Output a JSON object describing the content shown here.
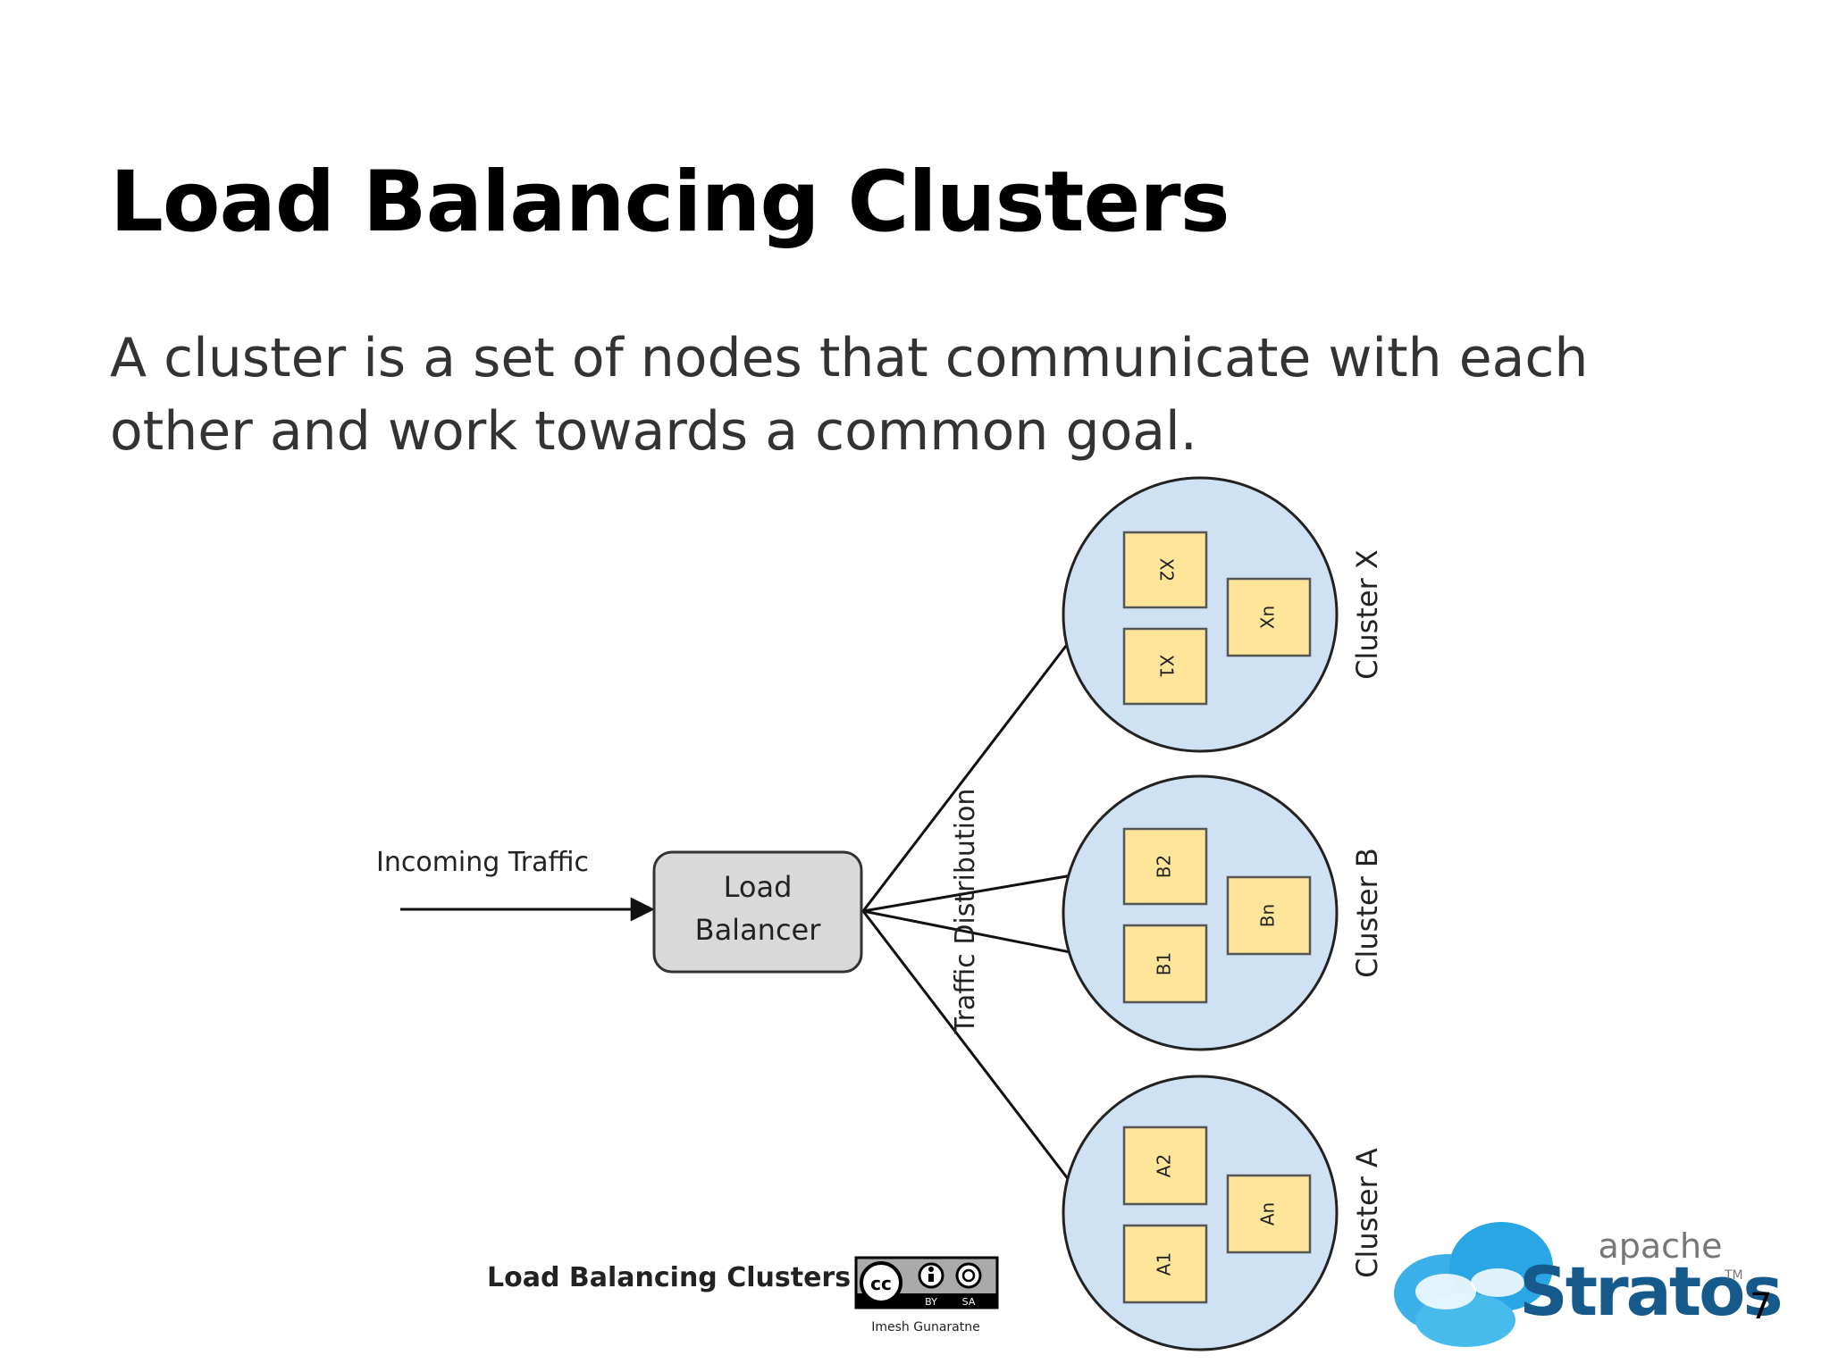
{
  "slide": {
    "title": "Load Balancing Clusters",
    "body": "A cluster is a set of nodes that communicate with each other and work towards a common goal.",
    "page_number": "7"
  },
  "diagram": {
    "incoming_label": "Incoming Traffic",
    "load_balancer": {
      "line1": "Load",
      "line2": "Balancer"
    },
    "distribution_label": "Traffic Distribution",
    "caption": "Load Balancing Clusters",
    "license": {
      "cc": "cc",
      "by": "BY",
      "sa": "SA"
    },
    "author": "Imesh Gunaratne",
    "clusters": [
      {
        "label": "Cluster X",
        "nodes": [
          "X2",
          "X1",
          "Xn"
        ]
      },
      {
        "label": "Cluster B",
        "nodes": [
          "B2",
          "B1",
          "Bn"
        ]
      },
      {
        "label": "Cluster A",
        "nodes": [
          "A2",
          "A1",
          "An"
        ]
      }
    ]
  },
  "logo": {
    "small": "apache",
    "big": "Stratos",
    "tm": "TM"
  },
  "colors": {
    "cluster_fill": "#cfe2f3",
    "node_fill": "#ffe599",
    "lb_fill": "#d9d9d9",
    "logo_blue": "#1a8fd8",
    "logo_dark": "#155a8a"
  }
}
